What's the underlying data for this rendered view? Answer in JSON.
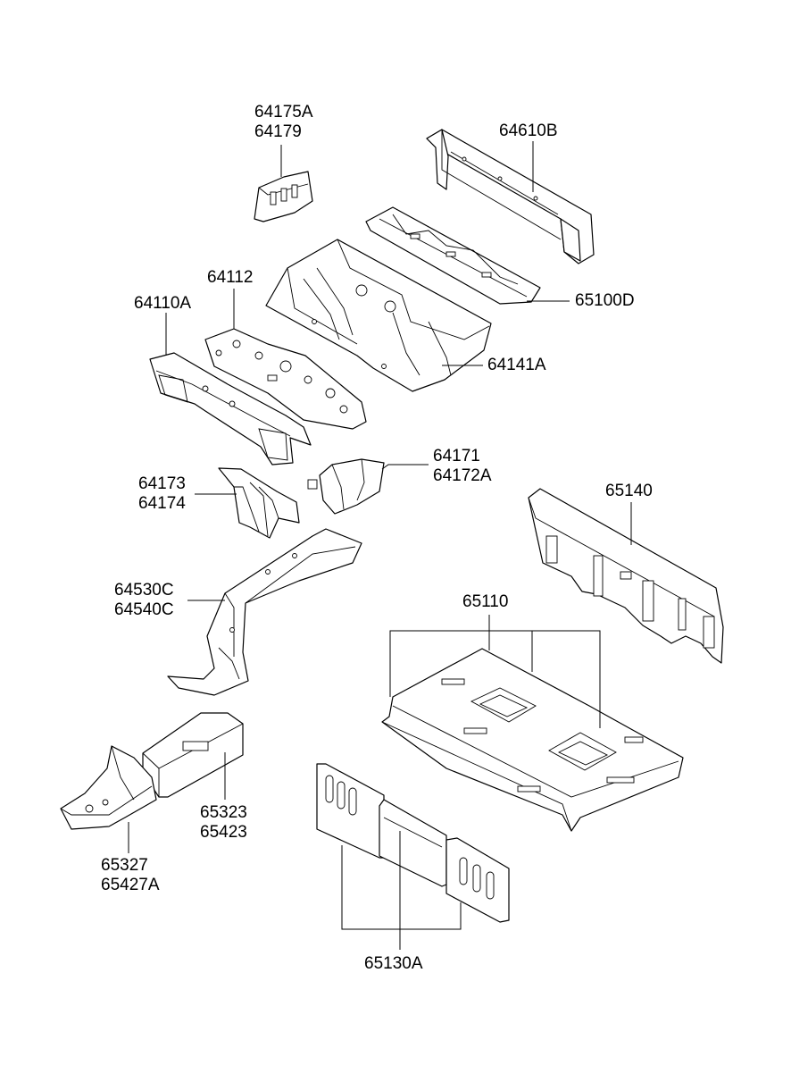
{
  "colors": {
    "line": "#000000",
    "background": "#ffffff"
  },
  "callouts": [
    {
      "id": "c64175",
      "lines": [
        "64175A",
        "64179"
      ]
    },
    {
      "id": "c64610",
      "lines": [
        "64610B"
      ]
    },
    {
      "id": "c64112",
      "lines": [
        "64112"
      ]
    },
    {
      "id": "c64110",
      "lines": [
        "64110A"
      ]
    },
    {
      "id": "c65100",
      "lines": [
        "65100D"
      ]
    },
    {
      "id": "c64141",
      "lines": [
        "64141A"
      ]
    },
    {
      "id": "c64171",
      "lines": [
        "64171",
        "64172A"
      ]
    },
    {
      "id": "c64173",
      "lines": [
        "64173",
        "64174"
      ]
    },
    {
      "id": "c65140",
      "lines": [
        "65140"
      ]
    },
    {
      "id": "c64530",
      "lines": [
        "64530C",
        "64540C"
      ]
    },
    {
      "id": "c65110",
      "lines": [
        "65110"
      ]
    },
    {
      "id": "c65323",
      "lines": [
        "65323",
        "65423"
      ]
    },
    {
      "id": "c65327",
      "lines": [
        "65327",
        "65427A"
      ]
    },
    {
      "id": "c65130",
      "lines": [
        "65130A"
      ]
    }
  ]
}
